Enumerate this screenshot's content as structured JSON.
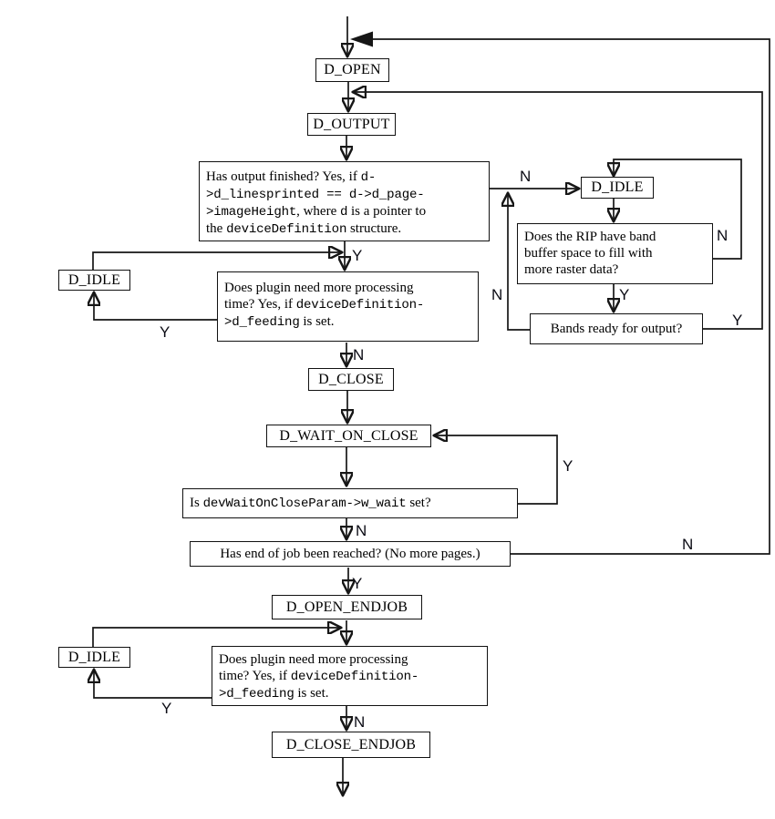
{
  "diagram": {
    "colors": {
      "line": "#161616",
      "background": "#ffffff",
      "box_border": "#111111",
      "text": "#000000"
    },
    "branch_labels": {
      "yes": "Y",
      "no": "N"
    },
    "states": {
      "open": "D_OPEN",
      "output": "D_OUTPUT",
      "idle": "D_IDLE",
      "close": "D_CLOSE",
      "wait_on_close": "D_WAIT_ON_CLOSE",
      "open_endjob": "D_OPEN_ENDJOB",
      "close_endjob": "D_CLOSE_ENDJOB"
    },
    "questions": {
      "output_finished": {
        "segments": [
          {
            "t": "Has output finished? Yes, if "
          },
          {
            "t": "d-",
            "m": 1
          },
          {
            "br": 1
          },
          {
            "t": ">d_linesprinted == d->d_page-",
            "m": 1
          },
          {
            "br": 1
          },
          {
            "t": ">imageHeight",
            "m": 1
          },
          {
            "t": ", where "
          },
          {
            "t": "d",
            "m": 1
          },
          {
            "t": " is a pointer to"
          },
          {
            "br": 1
          },
          {
            "t": "the "
          },
          {
            "t": "deviceDefinition",
            "m": 1
          },
          {
            "t": " structure."
          }
        ]
      },
      "band_buffer": {
        "segments": [
          {
            "t": "Does the RIP have band"
          },
          {
            "br": 1
          },
          {
            "t": "buffer space to fill with"
          },
          {
            "br": 1
          },
          {
            "t": "more raster data?"
          }
        ]
      },
      "bands_ready": {
        "segments": [
          {
            "t": "Bands ready for output?"
          }
        ]
      },
      "more_processing": {
        "segments": [
          {
            "t": "Does plugin need more processing"
          },
          {
            "br": 1
          },
          {
            "t": "time? Yes, if "
          },
          {
            "t": "deviceDefinition-",
            "m": 1
          },
          {
            "br": 1
          },
          {
            "t": ">d_feeding",
            "m": 1
          },
          {
            "t": " is set."
          }
        ]
      },
      "wait_on_close_set": {
        "segments": [
          {
            "t": "Is "
          },
          {
            "t": "devWaitOnCloseParam->w_wait",
            "m": 1
          },
          {
            "t": " set?"
          }
        ]
      },
      "end_of_job": {
        "segments": [
          {
            "t": "Has end of job been reached? (No more pages.)"
          }
        ]
      }
    }
  }
}
